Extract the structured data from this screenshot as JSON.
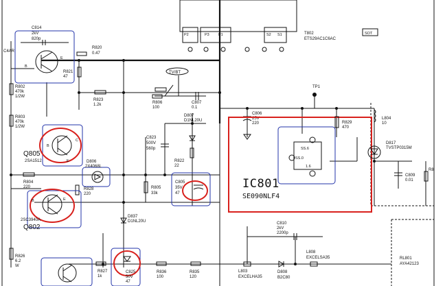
{
  "labels": {
    "c814": [
      "C814",
      "2kV",
      "820p"
    ],
    "q803_pins": [
      "B",
      "E"
    ],
    "r820": [
      "R820",
      "0.47"
    ],
    "r821": [
      "R821",
      "47"
    ],
    "in_left": "C4AR",
    "r802": [
      "R802",
      "470k",
      "1/2W"
    ],
    "r803": [
      "R803",
      "470k",
      "1/2W"
    ],
    "r823": [
      "R823",
      "1.2k"
    ],
    "trim": "TV/BT",
    "r806": [
      "R806",
      "100"
    ],
    "c807": [
      "C807",
      "0.1"
    ],
    "d807": [
      "D807",
      "D1NL20U"
    ],
    "c823": [
      "C823",
      "500V",
      "560p"
    ],
    "r822": [
      "R822",
      "22"
    ],
    "c805": [
      "C805",
      "35V",
      "47"
    ],
    "r805": [
      "R805",
      "33k"
    ],
    "c806": [
      "C806",
      "25V",
      "220"
    ],
    "q805": [
      "Q805",
      "2SA1512"
    ],
    "q805_pins": [
      "B",
      "C",
      "E"
    ],
    "d806": [
      "D806",
      "2X4068L"
    ],
    "r804": [
      "R804",
      "220"
    ],
    "r828": [
      "R828",
      "220"
    ],
    "q802": [
      "Q802",
      "2SC3940A"
    ],
    "q802_pins": [
      "B",
      "E"
    ],
    "d837": [
      "D837",
      "D1NL20U"
    ],
    "r826": [
      "R826",
      "6.2",
      "W"
    ],
    "r827": [
      "R827",
      "1k"
    ],
    "c825": [
      "C825",
      "50V",
      "47"
    ],
    "r836": [
      "R836",
      "100"
    ],
    "r835": [
      "R835",
      "120"
    ],
    "t802": [
      "T802",
      "ETS29AC1C6AC"
    ],
    "t802_pins": [
      "P2",
      "P3",
      "P1",
      "S2",
      "S1"
    ],
    "sot": "SOT",
    "tp1": "TP1",
    "r829": [
      "R829",
      "470"
    ],
    "ic801": "IC801",
    "ic801_part": "SE090NLF4",
    "ic801_pins": [
      "SS.6",
      "SS.0",
      "1.6"
    ],
    "l804": [
      "L804",
      "10"
    ],
    "d817": [
      "D817",
      "TVSTP0315M"
    ],
    "c809": [
      "C809",
      "0.01"
    ],
    "r8": "R8",
    "c810": [
      "C810",
      "2kV",
      "2200p"
    ],
    "l803": [
      "L803",
      "EXCELHA35"
    ],
    "d808": [
      "D808",
      "B2C80"
    ],
    "l808": [
      "L808",
      "EXCELSA35"
    ],
    "rl801": [
      "RL801",
      "AYA42123"
    ]
  },
  "colors": {
    "wire": "#111111",
    "highlight_box": "#2233aa",
    "callout_ellipse": "#d8201c",
    "ic_frame": "#d8201c"
  }
}
